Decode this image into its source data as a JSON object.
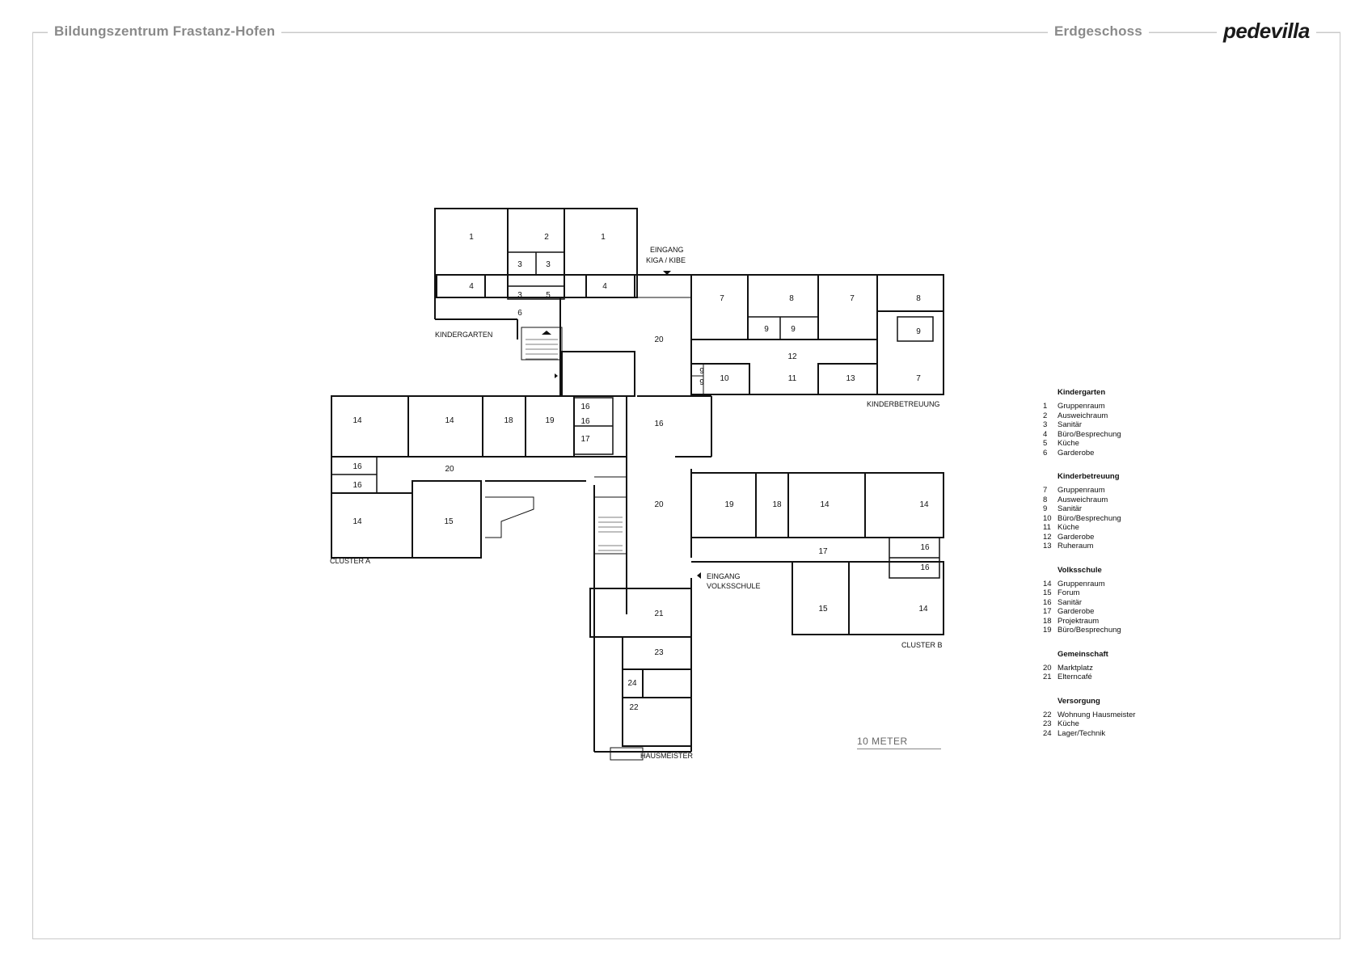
{
  "header": {
    "project_title": "Bildungszentrum Frastanz-Hofen",
    "floor_title": "Erdgeschoss",
    "logo": "pedevilla"
  },
  "plan": {
    "area_labels": {
      "kindergarten": "KINDERGARTEN",
      "kinderbetreuung": "KINDERBETREUUNG",
      "cluster_a": "CLUSTER A",
      "cluster_b": "CLUSTER B",
      "hausmeister": "HAUSMEISTER",
      "eingang_kiga_1": "EINGANG",
      "eingang_kiga_2": "KIGA / KIBE",
      "eingang_vs_1": "EINGANG",
      "eingang_vs_2": "VOLKSSCHULE"
    },
    "scale_label": "10 METER",
    "room_numbers": [
      "1",
      "2",
      "1",
      "3",
      "3",
      "3",
      "5",
      "4",
      "4",
      "6",
      "20",
      "7",
      "8",
      "7",
      "8",
      "9",
      "9",
      "9",
      "12",
      "9",
      "9",
      "10",
      "11",
      "13",
      "7",
      "14",
      "14",
      "18",
      "19",
      "16",
      "16",
      "16",
      "20",
      "17",
      "16",
      "16",
      "14",
      "15",
      "20",
      "19",
      "18",
      "14",
      "14",
      "17",
      "16",
      "16",
      "15",
      "14",
      "21",
      "23",
      "24",
      "22"
    ]
  },
  "legend": [
    {
      "title": "Kindergarten",
      "items": [
        {
          "num": "1",
          "label": "Gruppenraum"
        },
        {
          "num": "2",
          "label": "Ausweichraum"
        },
        {
          "num": "3",
          "label": "Sanitär"
        },
        {
          "num": "4",
          "label": "Büro/Besprechung"
        },
        {
          "num": "5",
          "label": "Küche"
        },
        {
          "num": "6",
          "label": "Garderobe"
        }
      ]
    },
    {
      "title": "Kinderbetreuung",
      "items": [
        {
          "num": "7",
          "label": "Gruppenraum"
        },
        {
          "num": "8",
          "label": "Ausweichraum"
        },
        {
          "num": "9",
          "label": "Sanitär"
        },
        {
          "num": "10",
          "label": "Büro/Besprechung"
        },
        {
          "num": "11",
          "label": "Küche"
        },
        {
          "num": "12",
          "label": "Garderobe"
        },
        {
          "num": "13",
          "label": "Ruheraum"
        }
      ]
    },
    {
      "title": "Volksschule",
      "items": [
        {
          "num": "14",
          "label": "Gruppenraum"
        },
        {
          "num": "15",
          "label": "Forum"
        },
        {
          "num": "16",
          "label": "Sanitär"
        },
        {
          "num": "17",
          "label": "Garderobe"
        },
        {
          "num": "18",
          "label": "Projektraum"
        },
        {
          "num": "19",
          "label": "Büro/Besprechung"
        }
      ]
    },
    {
      "title": "Gemeinschaft",
      "items": [
        {
          "num": "20",
          "label": "Marktplatz"
        },
        {
          "num": "21",
          "label": "Elterncafé"
        }
      ]
    },
    {
      "title": "Versorgung",
      "items": [
        {
          "num": "22",
          "label": "Wohnung Hausmeister"
        },
        {
          "num": "23",
          "label": "Küche"
        },
        {
          "num": "24",
          "label": "Lager/Technik"
        }
      ]
    }
  ]
}
